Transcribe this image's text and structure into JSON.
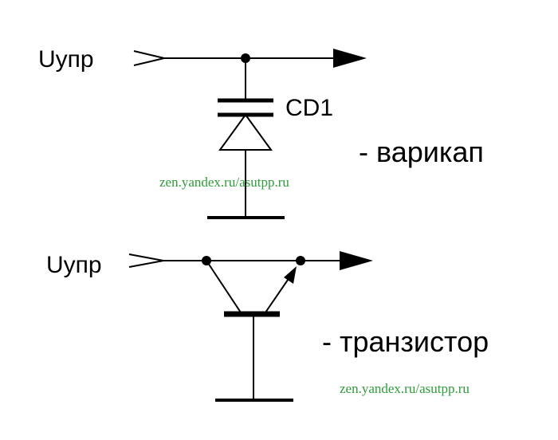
{
  "colors": {
    "line": "#000000",
    "background": "#ffffff",
    "watermark": "#2e9c3a"
  },
  "varicap_circuit": {
    "input_label": "Uупр",
    "component_label": "CD1",
    "description": "- варикап",
    "watermark": "zen.yandex.ru/asutpp.ru"
  },
  "transistor_circuit": {
    "input_label": "Uупр",
    "description": "- транзистор",
    "watermark": "zen.yandex.ru/asutpp.ru"
  }
}
